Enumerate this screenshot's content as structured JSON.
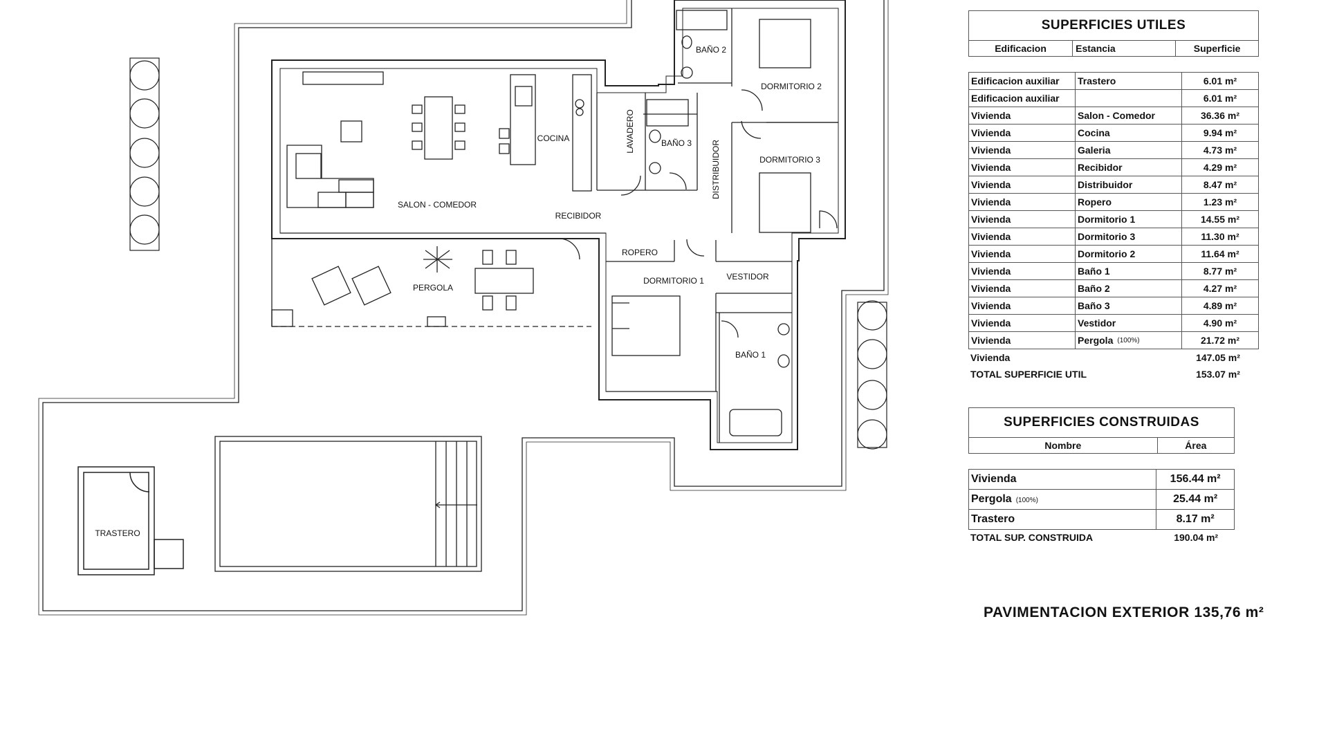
{
  "rooms": {
    "salon": "SALON - COMEDOR",
    "cocina": "COCINA",
    "lavadero": "LAVADERO",
    "bano3": "BAÑO 3",
    "bano2": "BAÑO 2",
    "dormitorio2": "DORMITORIO 2",
    "dormitorio3": "DORMITORIO 3",
    "distribuidor": "DISTRIBUIDOR",
    "recibidor": "RECIBIDOR",
    "ropero": "ROPERO",
    "dormitorio1": "DORMITORIO 1",
    "vestidor": "VESTIDOR",
    "bano1": "BAÑO 1",
    "pergola": "PERGOLA",
    "trastero": "TRASTERO"
  },
  "utiles": {
    "title": "SUPERFICIES UTILES",
    "headers": [
      "Edificacion",
      "Estancia",
      "Superficie"
    ],
    "rows": [
      {
        "ed": "Edificacion auxiliar",
        "es": "Trastero",
        "su": "6.01 m²",
        "pct": ""
      },
      {
        "ed": "Edificacion auxiliar",
        "es": "",
        "su": "6.01 m²",
        "pct": ""
      },
      {
        "ed": "Vivienda",
        "es": "Salon - Comedor",
        "su": "36.36 m²",
        "pct": ""
      },
      {
        "ed": "Vivienda",
        "es": "Cocina",
        "su": "9.94 m²",
        "pct": ""
      },
      {
        "ed": "Vivienda",
        "es": "Galeria",
        "su": "4.73 m²",
        "pct": ""
      },
      {
        "ed": "Vivienda",
        "es": "Recibidor",
        "su": "4.29 m²",
        "pct": ""
      },
      {
        "ed": "Vivienda",
        "es": "Distribuidor",
        "su": "8.47 m²",
        "pct": ""
      },
      {
        "ed": "Vivienda",
        "es": "Ropero",
        "su": "1.23 m²",
        "pct": ""
      },
      {
        "ed": "Vivienda",
        "es": "Dormitorio 1",
        "su": "14.55 m²",
        "pct": ""
      },
      {
        "ed": "Vivienda",
        "es": "Dormitorio 3",
        "su": "11.30 m²",
        "pct": ""
      },
      {
        "ed": "Vivienda",
        "es": "Dormitorio 2",
        "su": "11.64 m²",
        "pct": ""
      },
      {
        "ed": "Vivienda",
        "es": "Baño 1",
        "su": "8.77 m²",
        "pct": ""
      },
      {
        "ed": "Vivienda",
        "es": "Baño 2",
        "su": "4.27 m²",
        "pct": ""
      },
      {
        "ed": "Vivienda",
        "es": "Baño 3",
        "su": "4.89 m²",
        "pct": ""
      },
      {
        "ed": "Vivienda",
        "es": "Vestidor",
        "su": "4.90 m²",
        "pct": ""
      },
      {
        "ed": "Vivienda",
        "es": "Pergola",
        "su": "21.72 m²",
        "pct": "(100%)"
      }
    ],
    "subtotal": {
      "label": "Vivienda",
      "value": "147.05 m²"
    },
    "total": {
      "label": "TOTAL SUPERFICIE UTIL",
      "value": "153.07 m²"
    }
  },
  "construidas": {
    "title": "SUPERFICIES CONSTRUIDAS",
    "headers": [
      "Nombre",
      "Área"
    ],
    "rows": [
      {
        "name": "Vivienda",
        "pct": "",
        "area": "156.44 m²"
      },
      {
        "name": "Pergola",
        "pct": "(100%)",
        "area": "25.44 m²"
      },
      {
        "name": "Trastero",
        "pct": "",
        "area": "8.17 m²"
      }
    ],
    "total": {
      "label": "TOTAL SUP. CONSTRUIDA",
      "value": "190.04 m²"
    }
  },
  "pavimentacion": "PAVIMENTACION EXTERIOR 135,76 m²"
}
